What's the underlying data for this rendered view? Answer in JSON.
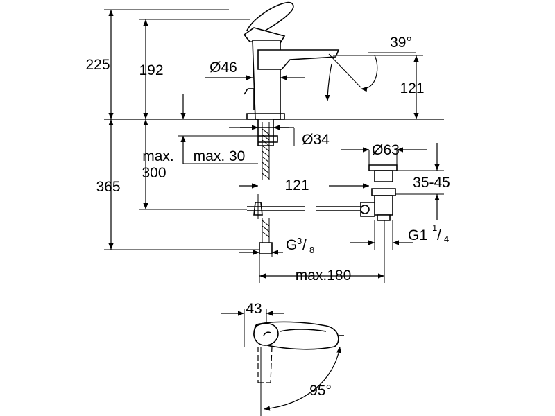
{
  "dimensions": {
    "total_height": "225",
    "spout_height": "192",
    "body_diameter": "Ø46",
    "lever_angle": "39°",
    "spout_reach": "121",
    "hole_diameter": "Ø34",
    "max_thickness": "max. 30",
    "max_label": "max.",
    "max_value": "300",
    "below_deck": "365",
    "waste_diameter": "Ø63",
    "tailpiece_reach": "121",
    "waste_range": "35-45",
    "waste_thread": "G1",
    "waste_thread_num": "1",
    "waste_thread_den": "4",
    "hose_thread": "G",
    "hose_thread_num": "3",
    "hose_thread_den": "8",
    "max_180": "max.180",
    "lever_offset": "43",
    "rotation_angle": "95°"
  }
}
